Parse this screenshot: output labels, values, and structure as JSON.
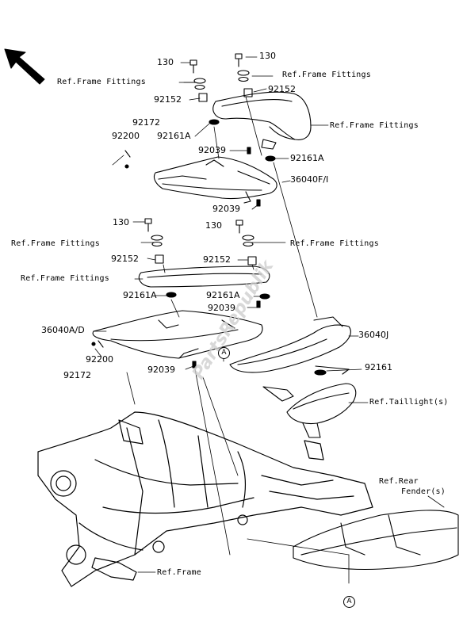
{
  "labels": {
    "p130_a": "130",
    "p130_b": "130",
    "p130_c": "130",
    "p130_d": "130",
    "p92152_a": "92152",
    "p92152_b": "92152",
    "p92152_c": "92152",
    "p92152_d": "92152",
    "p92172_a": "92172",
    "p92172_b": "92172",
    "p92200_a": "92200",
    "p92200_b": "92200",
    "p92161A_a": "92161A",
    "p92161A_b": "92161A",
    "p92161A_c": "92161A",
    "p92161A_d": "92161A",
    "p92039_a": "92039",
    "p92039_b": "92039",
    "p92039_c": "92039",
    "p92039_d": "92039",
    "p36040FI": "36040F/I",
    "p36040AD": "36040A/D",
    "p36040J": "36040J",
    "p92161": "92161"
  },
  "refs": {
    "frame_fittings_1": "Ref.Frame Fittings",
    "frame_fittings_2": "Ref.Frame Fittings",
    "frame_fittings_3": "Ref.Frame Fittings",
    "frame_fittings_4": "Ref.Frame Fittings",
    "frame_fittings_5": "Ref.Frame Fittings",
    "frame_fittings_6": "Ref.Frame Fittings",
    "taillight": "Ref.Taillight(s)",
    "rear_fender_1": "Ref.Rear",
    "rear_fender_2": "Fender(s)",
    "frame": "Ref.Frame"
  },
  "callouts": {
    "a1": "A",
    "a2": "A"
  },
  "watermark": "PartsRepublik",
  "icons": {
    "direction": "front-direction-arrow-icon"
  }
}
